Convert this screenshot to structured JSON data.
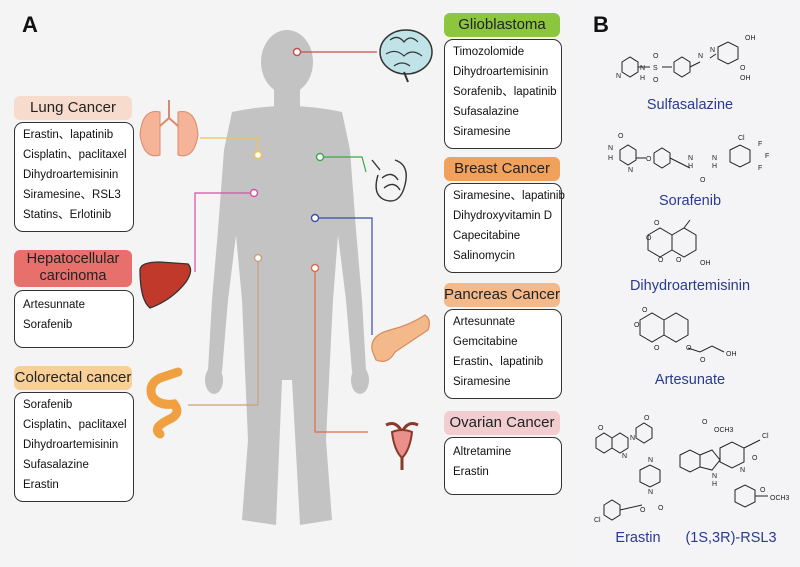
{
  "panels": {
    "a_label": "A",
    "b_label": "B"
  },
  "cancers": {
    "lung": {
      "title": "Lung Cancer",
      "drugs": [
        "Erastin、lapatinib",
        "Cisplatin、paclitaxel",
        "Dihydroartemisinin",
        "Siramesine、RSL3",
        "Statins、Erlotinib"
      ]
    },
    "hepatocellular": {
      "title_line1": "Hepatocellular",
      "title_line2": "carcinoma",
      "drugs": [
        "Artesunnate",
        "Sorafenib"
      ]
    },
    "colorectal": {
      "title": "Colorectal cancer",
      "drugs": [
        "Sorafenib",
        "Cisplatin、paclitaxel",
        "Dihydroartemisinin",
        "Sufasalazine",
        "Erastin"
      ]
    },
    "glioblastoma": {
      "title": "Glioblastoma",
      "drugs": [
        "Timozolomide",
        "Dihydroartemisinin",
        "Sorafenib、lapatinib",
        "Sufasalazine",
        "Siramesine"
      ]
    },
    "breast": {
      "title": "Breast Cancer",
      "drugs": [
        "Siramesine、lapatinib",
        "Dihydroxyvitamin D",
        "Capecitabine",
        "Salinomycin"
      ]
    },
    "pancreas": {
      "title": "Pancreas Cancer",
      "drugs": [
        "Artesunnate",
        "Gemcitabine",
        "Erastin、lapatinib",
        "Siramesine"
      ]
    },
    "ovarian": {
      "title": "Ovarian Cancer",
      "drugs": [
        "Altretamine",
        "Erastin"
      ]
    }
  },
  "structures": {
    "sulfasalazine": "Sulfasalazine",
    "sorafenib": "Sorafenib",
    "dihydroartemisinin": "Dihydroartemisinin",
    "artesunate": "Artesunate",
    "erastin": "Erastin",
    "rsl3": "(1S,3R)-RSL3"
  },
  "atom_labels": {
    "sulfasalazine": [
      "OH",
      "O",
      "OH",
      "N",
      "N",
      "O",
      "S",
      "N",
      "H",
      "O",
      "N"
    ],
    "sorafenib": [
      "O",
      "N",
      "H",
      "N",
      "O",
      "N",
      "H",
      "N",
      "H",
      "O",
      "Cl",
      "F",
      "F",
      "F"
    ],
    "dihydroartemisinin": [
      "O",
      "O",
      "O",
      "O",
      "OH"
    ],
    "artesunate": [
      "O",
      "O",
      "O",
      "O",
      "O",
      "OH"
    ],
    "erastin": [
      "O",
      "N",
      "N",
      "N",
      "N",
      "O",
      "O",
      "Cl",
      "O"
    ],
    "rsl3": [
      "O",
      "OCH3",
      "O",
      "N",
      "Cl",
      "N",
      "H",
      "O",
      "OCH3"
    ]
  },
  "colors": {
    "lung": "#f7dccd",
    "hepatocellular": "#e8706c",
    "colorectal": "#f7cf97",
    "glioblastoma": "#8cc63f",
    "breast": "#f0a15c",
    "pancreas": "#f3b98a",
    "ovarian": "#f2cdd0",
    "drug_name": "#2a3b8f"
  }
}
